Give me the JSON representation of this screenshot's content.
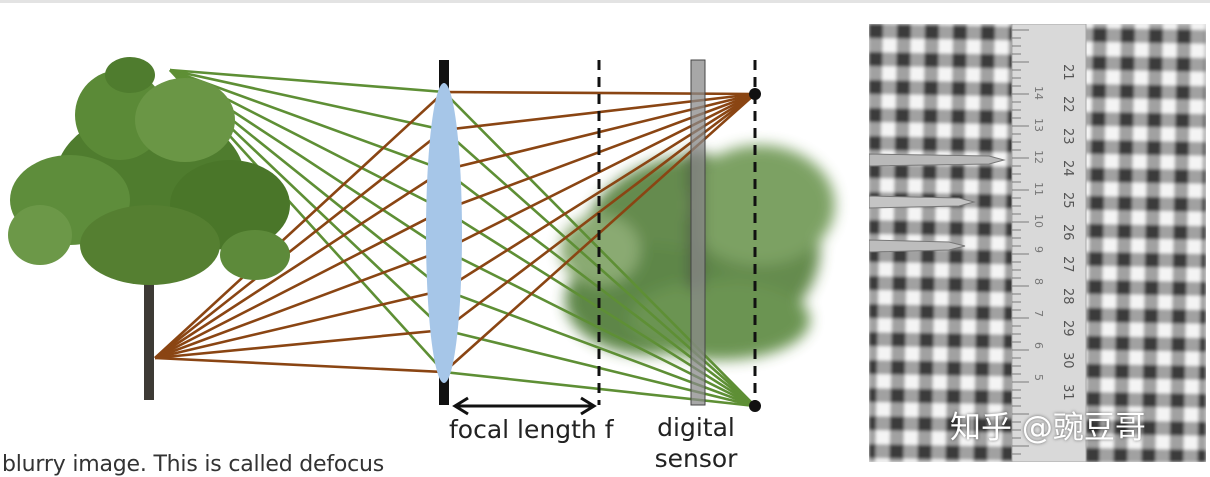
{
  "caption": {
    "text": "blurry image. This is called defocus"
  },
  "diagram": {
    "focal_label": "focal length f",
    "sensor_label_line1": "digital",
    "sensor_label_line2": "sensor",
    "colors": {
      "green_ray": "#5e8f35",
      "brown_ray": "#8a4513",
      "lens": "#a6c6e8",
      "tree_foliage": "#4f7c2e",
      "trunk": "#3d3a35"
    }
  },
  "photo": {
    "ruler_numbers": [
      "21",
      "22",
      "23",
      "24",
      "25",
      "26",
      "27",
      "28",
      "29",
      "30",
      "31"
    ],
    "ruler_side_numbers": [
      "14",
      "13",
      "12",
      "11",
      "10",
      "9",
      "8",
      "7",
      "6",
      "5"
    ],
    "watermark": "知乎 @豌豆哥"
  }
}
